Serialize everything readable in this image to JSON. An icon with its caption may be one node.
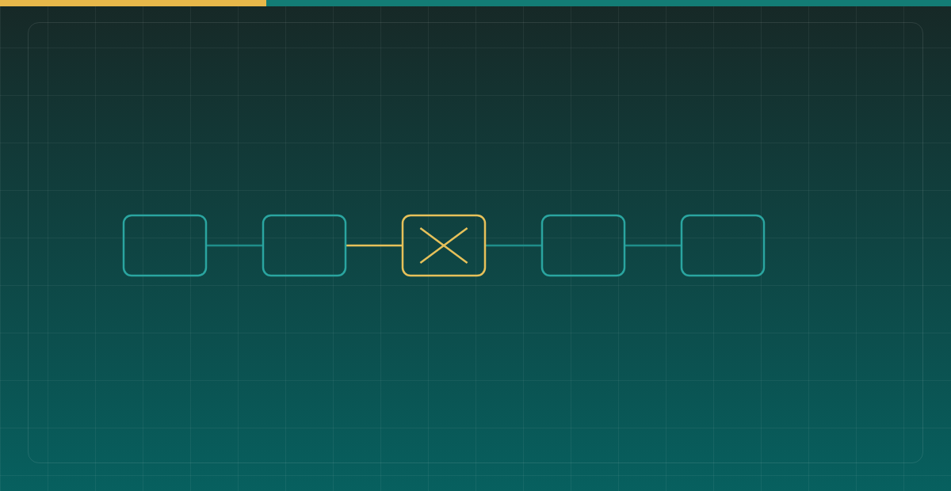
{
  "diagram": {
    "nodes": [
      {
        "text": [],
        "shape": "box"
      },
      {
        "text": [],
        "shape": "box"
      },
      {
        "text": [],
        "shape": "box"
      },
      {
        "text": [],
        "shape": "box"
      },
      {
        "text": [],
        "shape": "box"
      }
    ],
    "edges": [
      {
        "from": 0,
        "to": 1,
        "arrow": "none"
      },
      {
        "from": 1,
        "to": 2,
        "arrow": "none",
        "color": "#e6c15a"
      },
      {
        "from": 2,
        "to": 3,
        "arrow": "none"
      },
      {
        "from": 3,
        "to": 4,
        "arrow": "none"
      }
    ]
  }
}
